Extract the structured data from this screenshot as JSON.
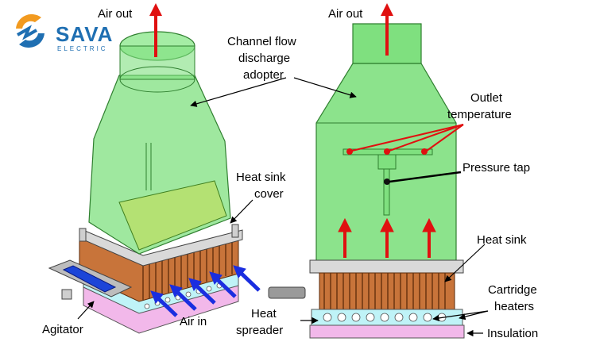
{
  "logo": {
    "name": "SAVA",
    "tagline": "ELECTRIC",
    "colors": {
      "blue": "#1f6fb2",
      "orange": "#f29a1f"
    }
  },
  "labels": {
    "air_out_left": "Air out",
    "air_out_right": "Air out",
    "adopter_line1": "Channel flow",
    "adopter_line2": "discharge",
    "adopter_line3": "adopter",
    "cover_line1": "Heat sink",
    "cover_line2": "cover",
    "outlet_line1": "Outlet",
    "outlet_line2": "temperature",
    "pressure_tap": "Pressure tap",
    "heat_sink": "Heat sink",
    "cartridge_line1": "Cartridge",
    "cartridge_line2": "heaters",
    "spreader_line1": "Heat",
    "spreader_line2": "spreader",
    "insulation": "Insulation",
    "agitator": "Agitator",
    "air_in": "Air in"
  },
  "colors": {
    "channel_green": "#7fe07f",
    "channel_edge": "#3c9a3c",
    "fin_copper": "#c8743a",
    "fin_dark": "#7a3e16",
    "spreader_cyan": "#bff3f7",
    "insulation_pink": "#f2b8ea",
    "arrow_red": "#e01010",
    "arrow_blue": "#1a2ee0",
    "agitator_blue": "#1c45d8"
  }
}
